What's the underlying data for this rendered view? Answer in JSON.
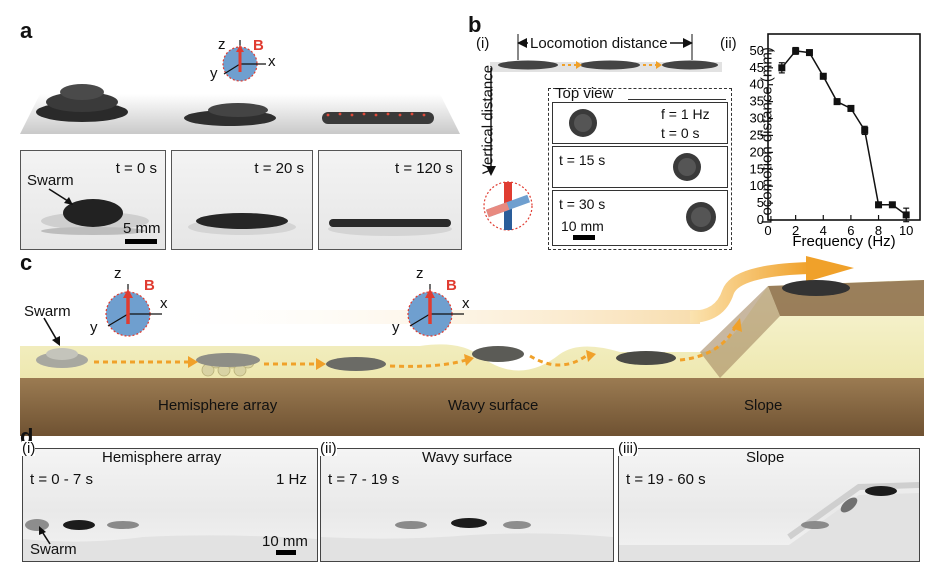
{
  "panel_a": {
    "label": "a",
    "axes": {
      "z": "z",
      "x": "x",
      "y": "y",
      "field": "B"
    },
    "photos": [
      {
        "time": "t = 0 s"
      },
      {
        "time": "t = 20 s"
      },
      {
        "time": "t = 120 s"
      }
    ],
    "swarm_label": "Swarm",
    "scale": "5 mm"
  },
  "panel_b": {
    "label": "b",
    "sub_i": "(i)",
    "sub_ii": "(ii)",
    "locomotion_distance": "Locomotion distance",
    "vertical_distance": "Vertical distance",
    "top_view": "Top view",
    "frequency_note": "f = 1 Hz",
    "frames": [
      {
        "time": "t = 0 s"
      },
      {
        "time": "t = 15 s"
      },
      {
        "time": "t = 30 s"
      }
    ],
    "scale": "10 mm"
  },
  "chart_data": {
    "type": "line",
    "xlabel": "Frequency (Hz)",
    "ylabel": "Locomotion distance (mm)",
    "xlim": [
      0,
      11
    ],
    "ylim": [
      0,
      55
    ],
    "x_ticks": [
      0,
      2,
      4,
      6,
      8,
      10
    ],
    "y_ticks": [
      0,
      5,
      10,
      15,
      20,
      25,
      30,
      35,
      40,
      45,
      50
    ],
    "grid": false,
    "series": [
      {
        "x": [
          1,
          2,
          3,
          4,
          5,
          6,
          7,
          8,
          9,
          10
        ],
        "y": [
          45,
          50,
          49.5,
          42.5,
          35,
          33,
          26.5,
          4.5,
          4.5,
          1.5
        ],
        "err": [
          1.5,
          1.0,
          0.8,
          0.8,
          0.8,
          0.8,
          1.2,
          0.8,
          0.6,
          2.0
        ]
      }
    ]
  },
  "panel_c": {
    "label": "c",
    "swarm_label": "Swarm",
    "axes": {
      "z": "z",
      "x": "x",
      "y": "y",
      "field": "B"
    },
    "terrains": [
      "Hemisphere array",
      "Wavy surface",
      "Slope"
    ]
  },
  "panel_d": {
    "label": "d",
    "frames": [
      {
        "index": "(i)",
        "title": "Hemisphere array",
        "time": "t = 0 - 7 s"
      },
      {
        "index": "(ii)",
        "title": "Wavy surface",
        "time": "t = 7 - 19 s"
      },
      {
        "index": "(iii)",
        "title": "Slope",
        "time": "t = 19 - 60 s"
      }
    ],
    "frequency": "1 Hz",
    "swarm_label": "Swarm",
    "scale": "10 mm"
  },
  "colors": {
    "arrow_orange": "#f0a12a",
    "field_red": "#e03c31",
    "sphere_blue": "#6f9fcf",
    "terrain_top": "#f4f0c2",
    "terrain_side": "#8a6a45"
  }
}
